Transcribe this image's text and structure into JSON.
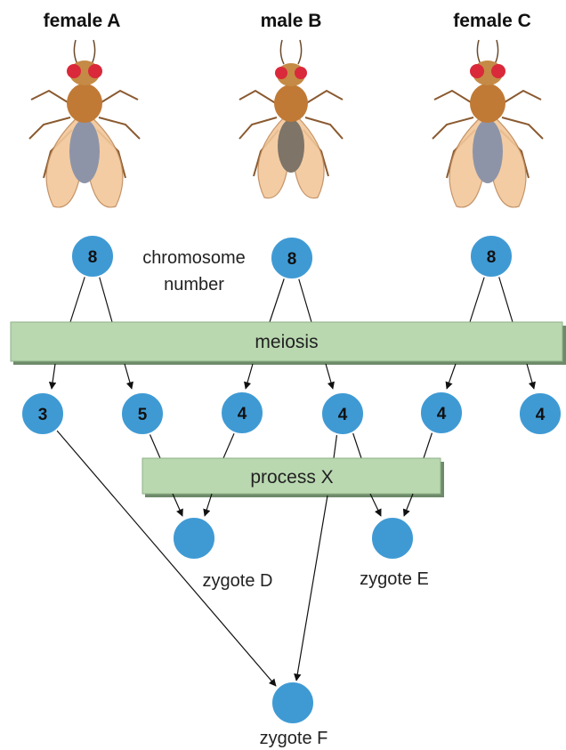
{
  "flies": [
    {
      "label": "female A"
    },
    {
      "label": "male B"
    },
    {
      "label": "female C"
    }
  ],
  "chromosome_label": [
    "chromosome",
    "number"
  ],
  "parent_numbers": [
    "8",
    "8",
    "8"
  ],
  "meiosis_label": "meiosis",
  "gamete_numbers": [
    "3",
    "5",
    "4",
    "4",
    "4",
    "4"
  ],
  "process_label": "process X",
  "zygotes": [
    "zygote D",
    "zygote E",
    "zygote F"
  ],
  "colors": {
    "circle": "#3f9ad4",
    "bar_fill": "#b9d8b0",
    "bar_shadow": "#6e8a6a"
  }
}
